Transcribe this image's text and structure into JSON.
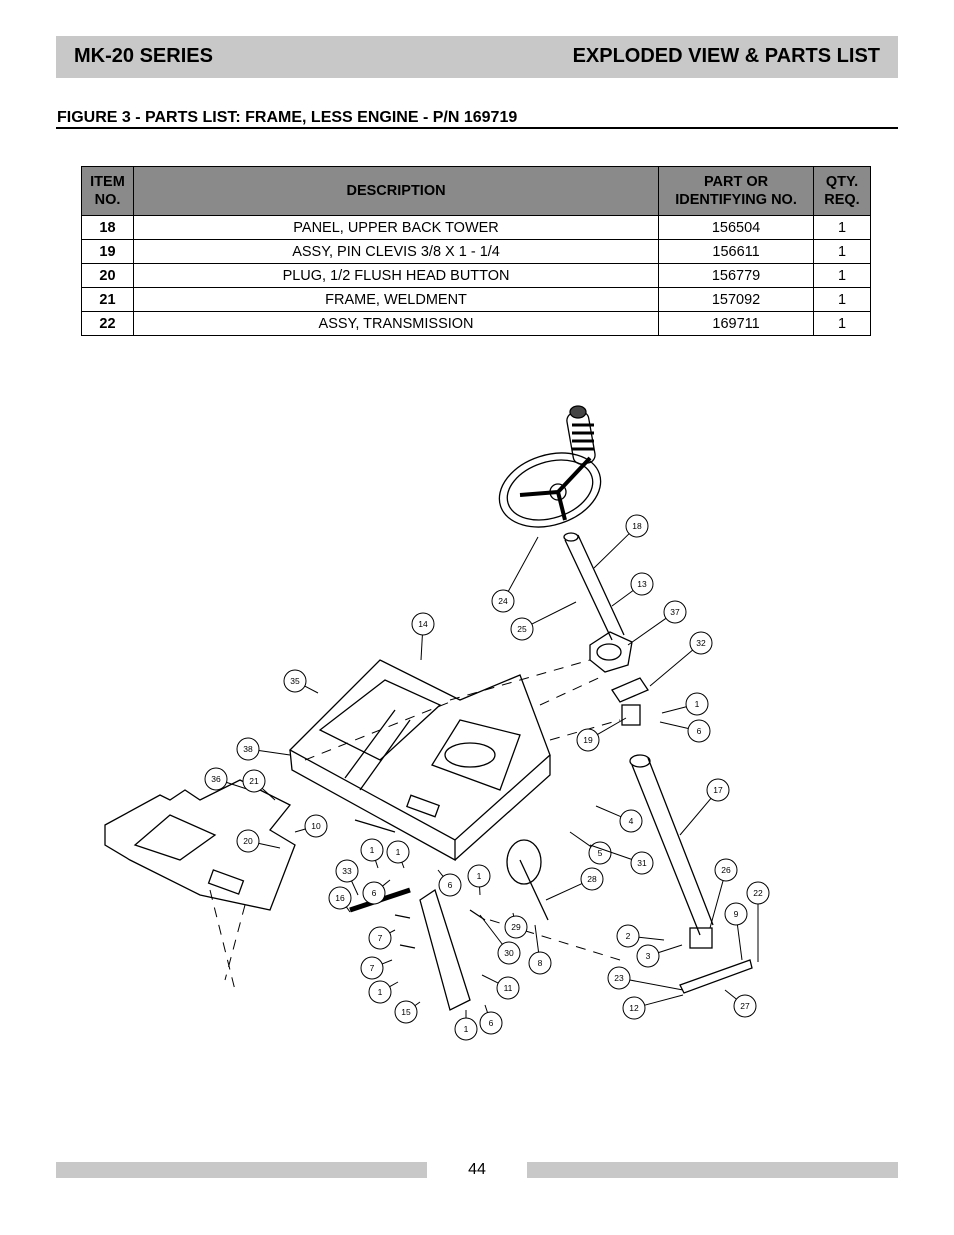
{
  "header": {
    "series": "MK-20 SERIES",
    "section": "EXPLODED VIEW & PARTS LIST"
  },
  "figure": {
    "title": "FIGURE 3 - PARTS LIST: FRAME, LESS ENGINE - P/N 169719"
  },
  "table": {
    "headers": {
      "item_l1": "ITEM",
      "item_l2": "NO.",
      "description": "DESCRIPTION",
      "part_l1": "PART OR",
      "part_l2": "IDENTIFYING NO.",
      "qty_l1": "QTY.",
      "qty_l2": "REQ."
    },
    "rows": [
      {
        "item": "18",
        "description": "PANEL, UPPER BACK TOWER",
        "part": "156504",
        "qty": "1"
      },
      {
        "item": "19",
        "description": "ASSY, PIN CLEVIS 3/8 X 1 - 1/4",
        "part": "156611",
        "qty": "1"
      },
      {
        "item": "20",
        "description": "PLUG, 1/2 FLUSH HEAD BUTTON",
        "part": "156779",
        "qty": "1"
      },
      {
        "item": "21",
        "description": "FRAME, WELDMENT",
        "part": "157092",
        "qty": "1"
      },
      {
        "item": "22",
        "description": "ASSY, TRANSMISSION",
        "part": "169711",
        "qty": "1"
      }
    ]
  },
  "callouts": [
    "18",
    "13",
    "24",
    "25",
    "37",
    "14",
    "32",
    "35",
    "1",
    "6",
    "38",
    "19",
    "36",
    "21",
    "17",
    "10",
    "4",
    "20",
    "1",
    "1",
    "5",
    "31",
    "33",
    "6",
    "6",
    "1",
    "28",
    "26",
    "22",
    "16",
    "9",
    "7",
    "29",
    "30",
    "2",
    "7",
    "8",
    "3",
    "1",
    "11",
    "23",
    "15",
    "27",
    "12",
    "1",
    "6"
  ],
  "footer": {
    "page": "44"
  }
}
